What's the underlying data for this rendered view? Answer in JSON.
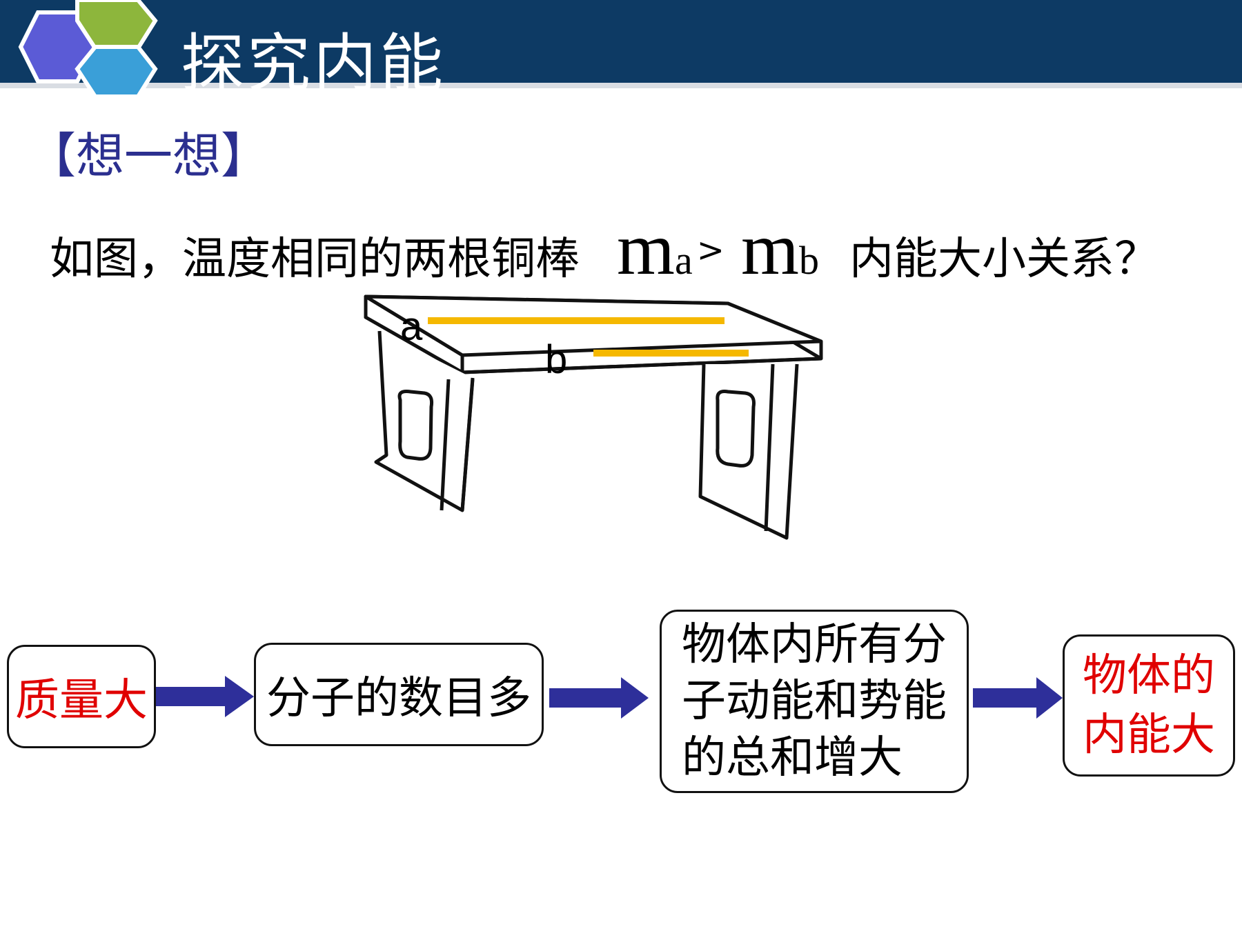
{
  "header": {
    "title": "探究内能"
  },
  "section": {
    "tag": "【想一想】"
  },
  "question": {
    "prefix": "如图，温度相同的两根铜棒",
    "m1": "m",
    "sub_a": "a",
    "op": ">",
    "m2": "m",
    "sub_b": "b",
    "suffix": "内能大小关系？"
  },
  "figure": {
    "rod_a_label": "a",
    "rod_b_label": "b",
    "rod_color": "#f5b800"
  },
  "flow": {
    "step1": "质量大",
    "step2": "分子的数目多",
    "step3_lines": [
      "物体内所有分",
      "子动能和势能",
      "的总和增大"
    ],
    "step4_lines": [
      "物体的",
      "内能大"
    ],
    "arrow_color": "#2e2f9a",
    "highlight_color": "#e00000"
  },
  "colors": {
    "header_bg": "#0d3a64",
    "tag_color": "#2b2f8f"
  }
}
